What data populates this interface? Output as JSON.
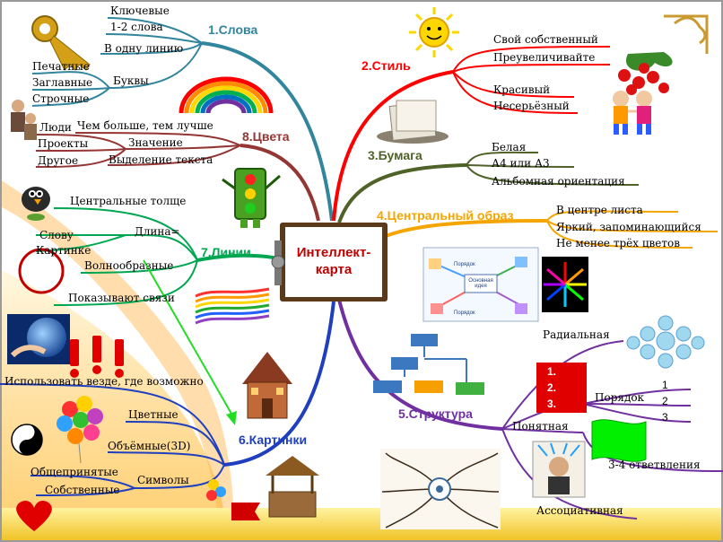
{
  "center": {
    "line1": "Интеллект-",
    "line2": "карта"
  },
  "branches": [
    {
      "key": "words",
      "label": "1.Слова",
      "color": "#31859c"
    },
    {
      "key": "style",
      "label": "2.Стиль",
      "color": "#ff0000"
    },
    {
      "key": "paper",
      "label": "3.Бумага",
      "color": "#4f6228"
    },
    {
      "key": "central",
      "label": "4.Центральный образ",
      "color": "#f5a500"
    },
    {
      "key": "structure",
      "label": "5.Структура",
      "color": "#7030a0"
    },
    {
      "key": "pictures",
      "label": "6.Картинки",
      "color": "#1f3fbf"
    },
    {
      "key": "lines",
      "label": "7.Линии",
      "color": "#00a651"
    },
    {
      "key": "colors",
      "label": "8.Цвета",
      "color": "#943634"
    }
  ],
  "labels": {
    "words": [
      "Ключевые",
      "1-2 слова",
      "В одну линию",
      "Печатные",
      "Заглавные",
      "Строчные",
      "Буквы"
    ],
    "style": [
      "Свой собственный",
      "Преувеличивайте",
      "Красивый",
      "Несерьёзный"
    ],
    "paper": [
      "Белая",
      "А4 или А3",
      "Альбомная ориентация"
    ],
    "central": [
      "В центре листа",
      "Яркий, запоминающийся",
      "Не менее трёх цветов"
    ],
    "colors": [
      "Чем больше, тем лучше",
      "Люди",
      "Проекты",
      "Другое",
      "Значение",
      "Выделение текста"
    ],
    "lines": [
      "Центральные толще",
      "Длина=",
      "Слову",
      "Картинке",
      "Волнообразные",
      "Показывают связи"
    ],
    "pictures": [
      "Использовать везде, где возможно",
      "Цветные",
      "Объёмные(3D)",
      "Общепринятые",
      "Собственные",
      "Символы"
    ],
    "structure": [
      "Радиальная",
      "Порядок",
      "Понятная",
      "3-4 ответвления",
      "Ассоциативная"
    ]
  },
  "order_numbers": [
    "1",
    "2",
    "3"
  ],
  "slide_numbers": [
    "1.",
    "2.",
    "3."
  ],
  "map_words": [
    "Основная идея",
    "Порядок",
    "Порядок"
  ]
}
